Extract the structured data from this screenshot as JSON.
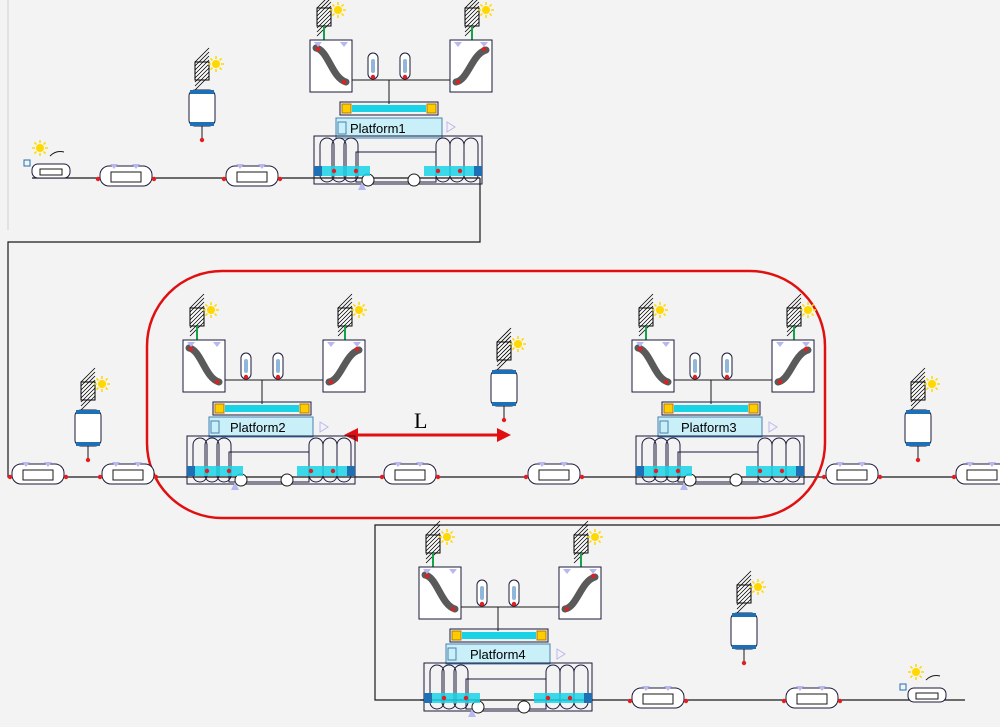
{
  "diagram": {
    "platforms": [
      {
        "id": "p1",
        "label": "Platform1"
      },
      {
        "id": "p2",
        "label": "Platform2"
      },
      {
        "id": "p3",
        "label": "Platform3"
      },
      {
        "id": "p4",
        "label": "Platform4"
      }
    ],
    "distance_label": "L",
    "colors": {
      "background": "#f3f3f3",
      "wire": "#1a1a1a",
      "highlight_ellipse": "#e01010",
      "distance_arrow": "#e01010",
      "block_outline": "#1a1a3a",
      "platform_label_fill": "#c9f0f8",
      "platform_label_border": "#4a7fb0",
      "cyan_bar": "#19d2e6",
      "yellow_square": "#ffcc00",
      "escalator_belt": "#5a5a5a",
      "connector_red": "#e02020",
      "connector_blue": "#1f6fb4",
      "port_lavender": "#b8b8f0",
      "sun": "#ffd800"
    },
    "icons": [
      "source-sun-icon",
      "hatched-block-icon",
      "escalator-icon",
      "elevator-icon",
      "train-car-icon",
      "cylinder-shaft-icon"
    ]
  }
}
